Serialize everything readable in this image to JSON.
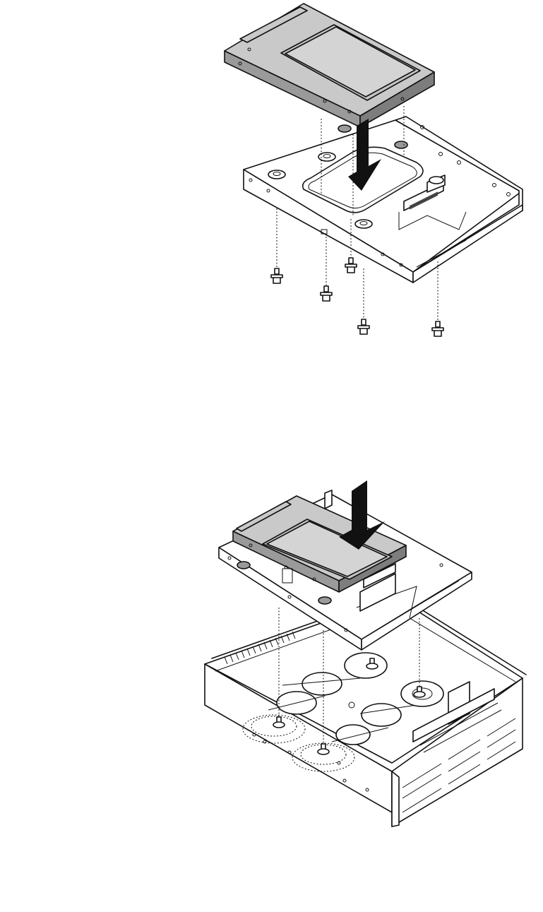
{
  "page": {
    "background": "#ffffff"
  },
  "colors": {
    "drive_top": "#c9c9c9",
    "drive_side": "#9a9a9a",
    "drive_side_dark": "#7d7d7d",
    "bracket": "#ffffff",
    "outline": "#111111",
    "arrow": "#111111"
  },
  "figures": [
    {
      "name": "drive-into-adapter-bracket",
      "parts": [
        "hdd-2-5-inch",
        "adapter-bracket",
        "arrow-down",
        "screws"
      ],
      "screw_count": 5
    },
    {
      "name": "bracket-into-chassis",
      "parts": [
        "drive-in-bracket",
        "drive-bay-chassis",
        "arrow-down",
        "mounting-posts"
      ]
    }
  ]
}
